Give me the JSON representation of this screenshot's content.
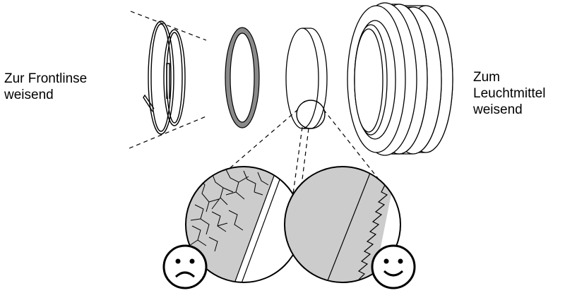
{
  "labels": {
    "front_line1": "Zur Frontlinse",
    "front_line2": "weisend",
    "lamp_line1": "Zum",
    "lamp_line2": "Leuchtmittel",
    "lamp_line3": "weisend"
  },
  "colors": {
    "stroke": "#000000",
    "gasket_fill": "#8a8a8a",
    "magnified_fill": "#cccccc",
    "background": "#ffffff"
  },
  "icons": {
    "bad_condition": "sad-face-icon",
    "good_condition": "happy-face-icon"
  }
}
